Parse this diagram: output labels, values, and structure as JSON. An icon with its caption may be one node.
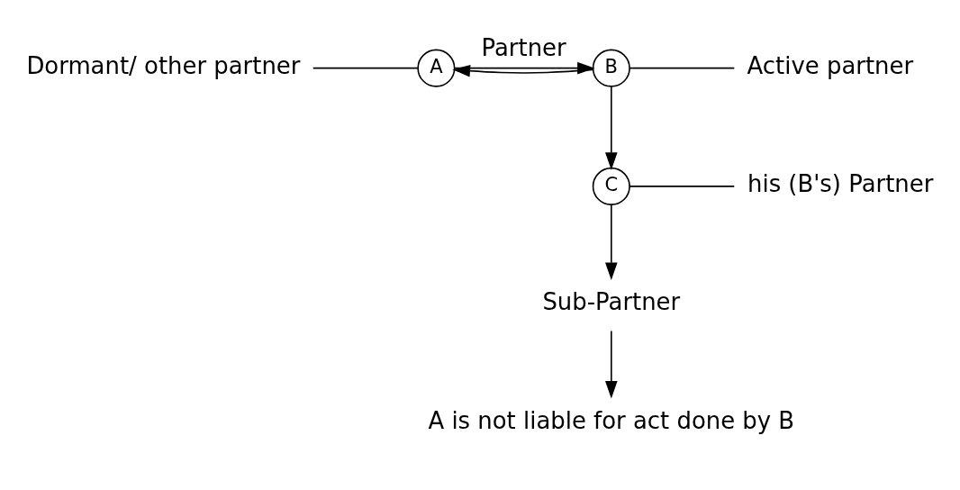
{
  "diagram": {
    "nodes": [
      {
        "text": [
          "Dormant/ other partner"
        ]
      },
      {
        "text": [
          "A"
        ]
      },
      {
        "text": [
          "B"
        ]
      },
      {
        "text": [
          "Active partner"
        ]
      },
      {
        "text": [
          "C"
        ]
      },
      {
        "text": [
          "his (B's) Partner"
        ]
      },
      {
        "text": [
          "Sub-Partner"
        ]
      },
      {
        "text": [
          "A is not liable for act done by B"
        ]
      }
    ],
    "edges": [
      {
        "from": 0,
        "to": 1,
        "arrow": "none"
      },
      {
        "from": 1,
        "to": 2,
        "arrow": "to",
        "label": "Partner"
      },
      {
        "from": 2,
        "to": 1,
        "arrow": "to"
      },
      {
        "from": 2,
        "to": 3,
        "arrow": "none"
      },
      {
        "from": 2,
        "to": 4,
        "arrow": "to"
      },
      {
        "from": 4,
        "to": 5,
        "arrow": "none"
      },
      {
        "from": 4,
        "to": 6,
        "arrow": "to"
      },
      {
        "from": 6,
        "to": 7,
        "arrow": "to"
      }
    ]
  }
}
